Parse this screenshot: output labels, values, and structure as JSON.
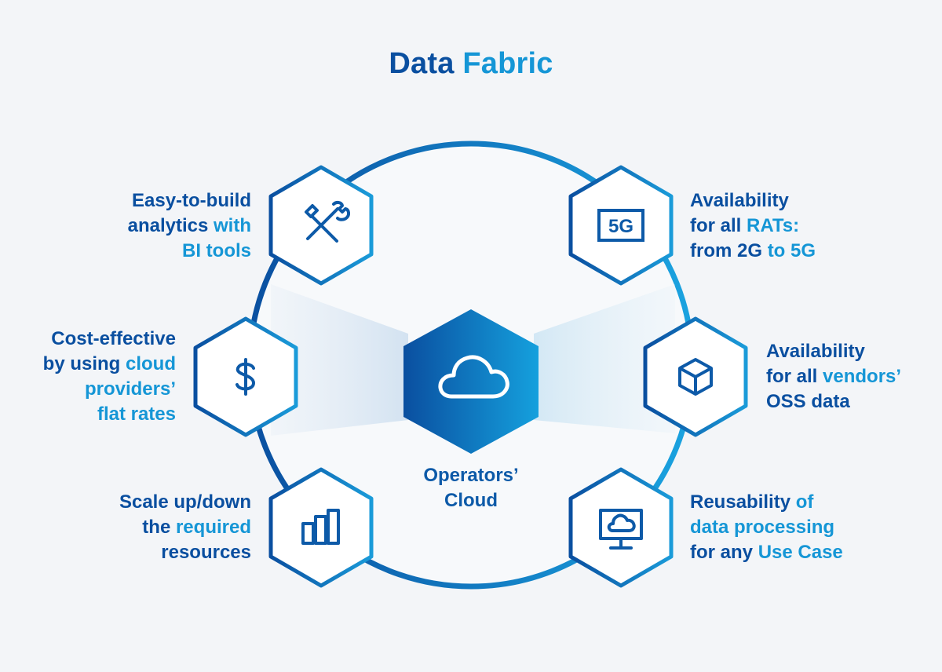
{
  "title": {
    "word1": "Data",
    "word2": "Fabric"
  },
  "center": {
    "line1": "Operators’",
    "line2": "Cloud",
    "icon": "cloud-icon"
  },
  "features": {
    "analytics": {
      "icon": "tools-icon",
      "l1a": "Easy-to-build",
      "l2a": "analytics ",
      "l2b": "with",
      "l3a": "BI tools"
    },
    "cost": {
      "icon": "dollar-icon",
      "l1a": "Cost-effective",
      "l2a": "by using ",
      "l2b": "cloud",
      "l3a": "providers’",
      "l4a": "flat rates"
    },
    "scale": {
      "icon": "bar-chart-icon",
      "l1a": "Scale up/down",
      "l2a": "the ",
      "l2b": "required",
      "l3a": "resources"
    },
    "rats": {
      "icon": "5g-icon",
      "icon_text": "5G",
      "l1a": "Availability",
      "l2a": "for all ",
      "l2b": "RATs:",
      "l3a": "from 2G ",
      "l3b": "to 5G"
    },
    "vendors": {
      "icon": "cube-icon",
      "l1a": "Availability",
      "l2a": "for all ",
      "l2b": "vendors’",
      "l3a": "OSS data"
    },
    "reuse": {
      "icon": "monitor-cloud-icon",
      "l1a": "Reusability ",
      "l1b": "of",
      "l2a": "data processing",
      "l3a": "for any ",
      "l3b": "Use Case"
    }
  },
  "colors": {
    "dark_blue": "#0a4fa0",
    "light_blue": "#1596d6",
    "background": "#f3f5f8"
  }
}
